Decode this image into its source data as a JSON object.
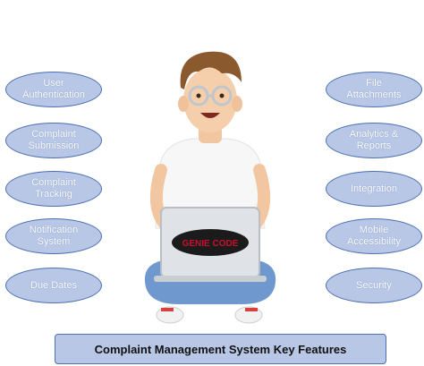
{
  "features_left": [
    "User\nAuthentication",
    "Complaint\nSubmission",
    "Complaint\nTracking",
    "Notification\nSystem",
    "Due Dates"
  ],
  "features_right": [
    "File\nAttachments",
    "Analytics &\nReports",
    "Integration",
    "Mobile\nAccessibility",
    "Security"
  ],
  "laptop_logo": "GENIE CODE",
  "title": "Complaint Management System Key Features",
  "colors": {
    "pill_fill": "#b9c7e6",
    "pill_border": "#4b6fb2",
    "logo_red": "#c8102e"
  }
}
